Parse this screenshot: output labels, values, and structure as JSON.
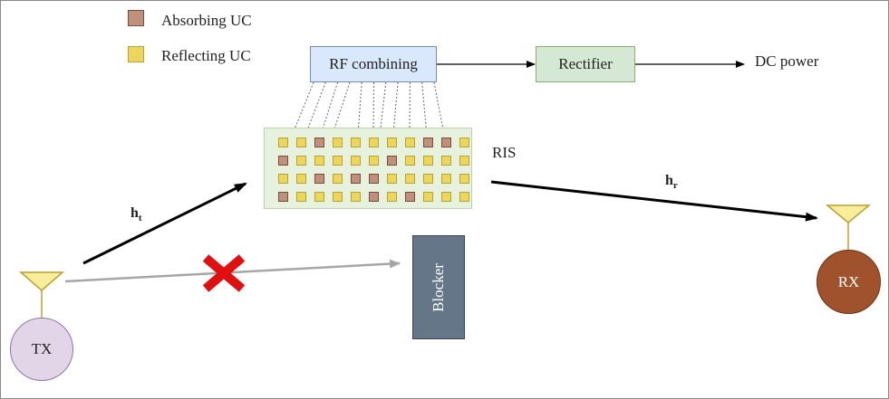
{
  "legend": [
    {
      "key": "absorbing",
      "label": "Absorbing UC",
      "color": "#c0907a"
    },
    {
      "key": "reflecting",
      "label": "Reflecting UC",
      "color": "#ecd75c"
    }
  ],
  "rf_combining": {
    "label": "RF combining"
  },
  "rectifier": {
    "label": "Rectifier"
  },
  "dc_power": {
    "label": "DC power"
  },
  "ris": {
    "label": "RIS",
    "rows": [
      [
        "R",
        "R",
        "A",
        "R",
        "R",
        "R",
        "R",
        "R",
        "A",
        "A",
        "R"
      ],
      [
        "A",
        "R",
        "R",
        "R",
        "R",
        "R",
        "A",
        "R",
        "R",
        "R",
        "R"
      ],
      [
        "R",
        "R",
        "A",
        "R",
        "A",
        "A",
        "R",
        "R",
        "R",
        "R",
        "R"
      ],
      [
        "A",
        "R",
        "R",
        "R",
        "R",
        "A",
        "R",
        "A",
        "R",
        "R",
        "R"
      ]
    ]
  },
  "blocker": {
    "label": "Blocker"
  },
  "tx": {
    "label": "TX"
  },
  "rx": {
    "label": "RX"
  },
  "channels": {
    "ht": {
      "symbol": "h",
      "subscript": "t"
    },
    "hr": {
      "symbol": "h",
      "subscript": "r"
    }
  },
  "blocked_marker": {
    "icon": "x-mark-icon",
    "color": "#e01010"
  },
  "colors": {
    "arrow": "#000000",
    "blocked_path": "#a6a6a6",
    "dotted_link": "#666666"
  }
}
